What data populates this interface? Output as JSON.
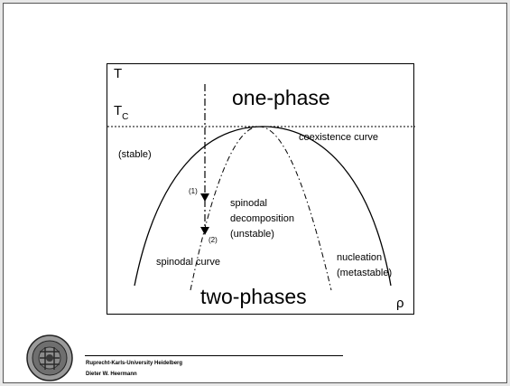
{
  "diagram": {
    "axis_t": "T",
    "axis_tc": "T",
    "axis_tc_sub": "C",
    "axis_rho": "ρ",
    "one_phase": "one-phase",
    "two_phases": "two-phases",
    "stable": "(stable)",
    "coexistence": "coexistence curve",
    "step1": "(1)",
    "step2": "(2)",
    "spinodal_line1": "spinodal",
    "spinodal_line2": "decomposition",
    "spinodal_line3": "(unstable)",
    "spinodal_curve": "spinodal curve",
    "nucleation_line1": "nucleation",
    "nucleation_line2": "(metastable)"
  },
  "footer": {
    "university": "Ruprecht-Karls-University Heidelberg",
    "author": "Dieter W. Heermann"
  },
  "colors": {
    "background": "#e8e8e8",
    "slide": "#ffffff",
    "ink": "#000000"
  }
}
